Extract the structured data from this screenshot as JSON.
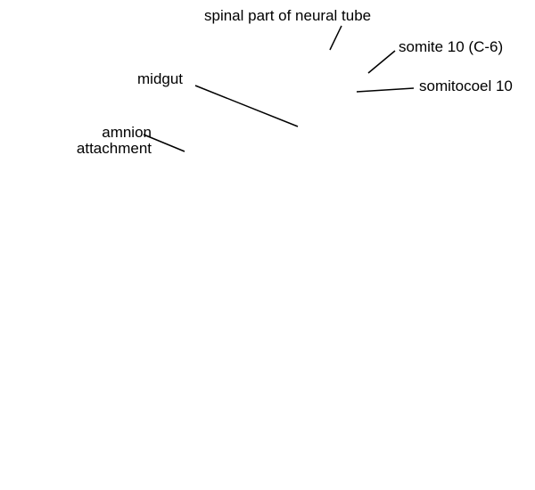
{
  "labels": {
    "spinal_neural_tube": "spinal part of neural tube",
    "somite": "somite 10 (C-6)",
    "somitocoel": "somitocoel 10",
    "midgut": "midgut",
    "amnion_line1": "amnion",
    "amnion_line2": "attachment"
  },
  "colors": {
    "text": "#000000",
    "leader_line": "#000000",
    "background": "#ffffff"
  }
}
